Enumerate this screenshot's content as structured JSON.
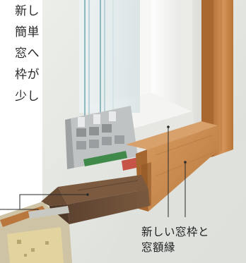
{
  "body_text": {
    "lines": [
      "新し",
      "簡単",
      "窓へ",
      "枠が",
      "少し"
    ]
  },
  "caption": {
    "lines": [
      "新しい窓枠と",
      "窓額縁"
    ]
  },
  "colors": {
    "wall": "#e7e8e4",
    "wood_light": "#c98a4c",
    "wood_dark": "#6d4e36",
    "frame_white": "#f2f2f0",
    "pvc_gray": "#b9bcbd",
    "insulation": "#d8c89a"
  }
}
